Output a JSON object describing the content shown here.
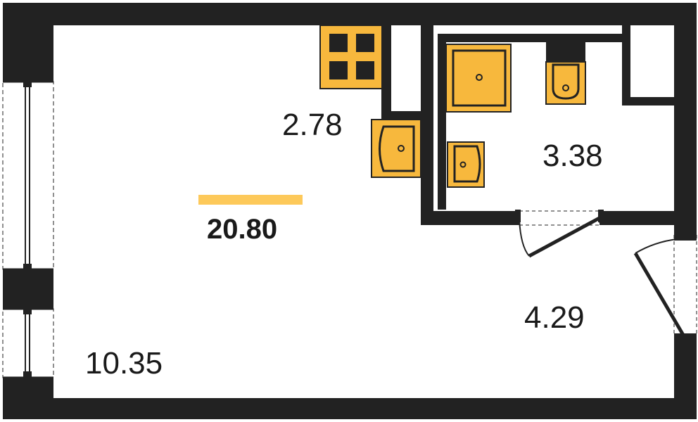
{
  "plan": {
    "total_area": "20.80",
    "rooms": [
      {
        "id": "kitchen",
        "area": "2.78"
      },
      {
        "id": "bathroom",
        "area": "3.38"
      },
      {
        "id": "hallway",
        "area": "4.29"
      },
      {
        "id": "living",
        "area": "10.35"
      }
    ]
  },
  "colors": {
    "wall": "#222222",
    "fixture": "#f7b83d",
    "accent_bar": "#fdc95a",
    "background": "#ffffff"
  },
  "icons": [
    "stove-icon",
    "kitchen-sink-icon",
    "shower-tray-icon",
    "toilet-icon",
    "washbasin-icon",
    "door-icon",
    "window-icon"
  ]
}
